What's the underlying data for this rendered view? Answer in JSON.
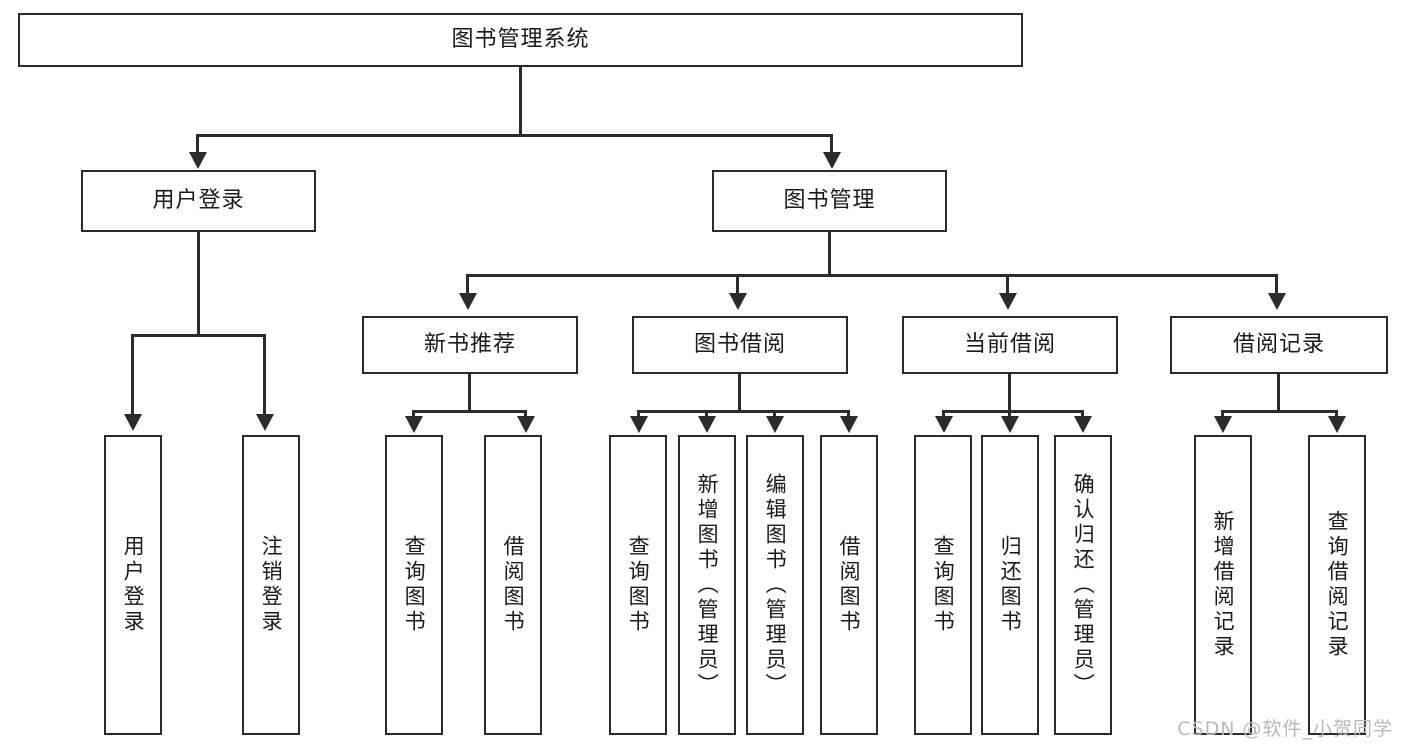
{
  "diagram": {
    "title": "图书管理系统",
    "type": "功能结构图",
    "root": {
      "label": "图书管理系统"
    },
    "level2": [
      {
        "label": "用户登录"
      },
      {
        "label": "图书管理"
      }
    ],
    "level3": [
      {
        "label": "新书推荐"
      },
      {
        "label": "图书借阅"
      },
      {
        "label": "当前借阅"
      },
      {
        "label": "借阅记录"
      }
    ],
    "leaves": {
      "user_login": [
        {
          "label": "用户登录"
        },
        {
          "label": "注销登录"
        }
      ],
      "new_book_recommend": [
        {
          "label": "查询图书"
        },
        {
          "label": "借阅图书"
        }
      ],
      "book_borrow": [
        {
          "label": "查询图书"
        },
        {
          "label": "新增图书（管理员）"
        },
        {
          "label": "编辑图书（管理员）"
        },
        {
          "label": "借阅图书"
        }
      ],
      "current_borrow": [
        {
          "label": "查询图书"
        },
        {
          "label": "归还图书"
        },
        {
          "label": "确认归还（管理员）"
        }
      ],
      "borrow_record": [
        {
          "label": "新增借阅记录"
        },
        {
          "label": "查询借阅记录"
        }
      ]
    }
  },
  "watermark": {
    "text": "CSDN @软件_小贺同学"
  },
  "colors": {
    "stroke": "#2b2b2b",
    "background": "#ffffff",
    "text": "#1a1a1a",
    "watermark": "#b9b9b9"
  }
}
